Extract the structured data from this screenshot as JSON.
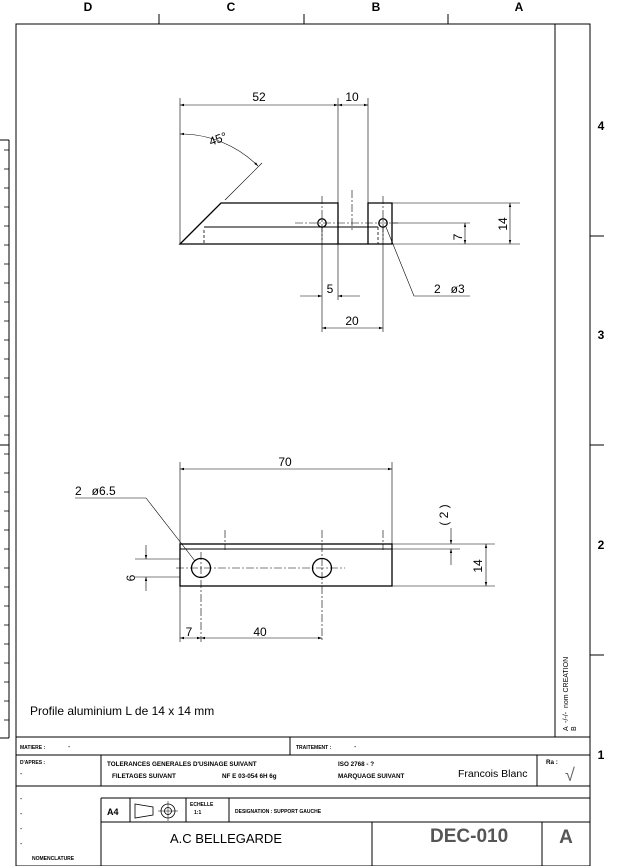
{
  "border": {
    "columns": [
      "D",
      "C",
      "B",
      "A"
    ],
    "rows": [
      "4",
      "3",
      "2",
      "1"
    ]
  },
  "view_top": {
    "dims": {
      "d52": "52",
      "d10": "10",
      "angle": "45°",
      "d14": "14",
      "d7": "7",
      "d5": "5",
      "d20": "20",
      "holes": "2   ø3"
    }
  },
  "view_bottom": {
    "dims": {
      "d70": "70",
      "holes": "2   ø6.5",
      "d2": "( 2 )",
      "d6": "6",
      "d14": "14",
      "d7": "7",
      "d40": "40"
    }
  },
  "note": "Profile aluminium L de 14 x 14 mm",
  "revision": "A  -/-/-  nom CREATION",
  "revision_b": "B",
  "title_block": {
    "matiere_label": "MATIERE :",
    "matiere_value": "-",
    "traitement_label": "TRAITEMENT :",
    "traitement_value": "-",
    "dapres_label": "D'APRES :",
    "dapres_value": "-",
    "tolerances": "TOLERANCES GENERALES D'USINAGE SUIVANT",
    "tolerances_value": "ISO 2768 - ?",
    "filetages": "FILETAGES SUIVANT",
    "filetages_value": "NF E 03-054 6H 6g",
    "marquage": "MARQUAGE SUIVANT",
    "author": "Francois Blanc",
    "ra_label": "Ra :",
    "ra_symbol": "√",
    "nomenclature_dashes": [
      "-",
      "-",
      "-",
      "-"
    ],
    "nomenclature_label": "NOMENCLATURE",
    "format": "A4",
    "echelle_label": "ECHELLE",
    "echelle_value": "1:1",
    "designation": "DESIGNATION : SUPPORT GAUCHE",
    "company": "A.C BELLEGARDE",
    "drawing_number": "DEC-010",
    "revision_letter": "A"
  }
}
